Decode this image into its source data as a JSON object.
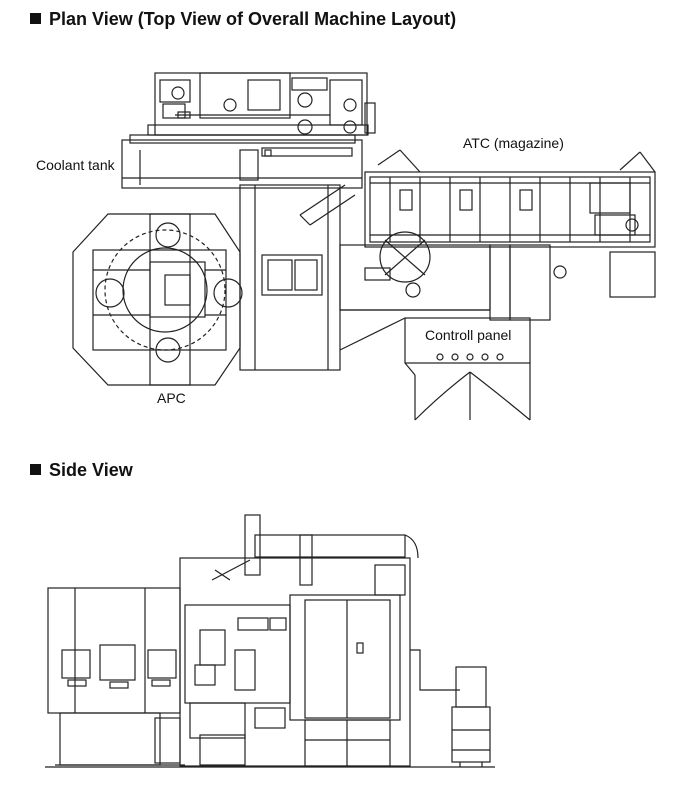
{
  "plan_view": {
    "title": "Plan View (Top View of Overall Machine Layout)",
    "labels": {
      "coolant_tank": "Coolant tank",
      "atc": "ATC (magazine)",
      "control_panel": "Controll panel",
      "apc": "APC"
    }
  },
  "side_view": {
    "title": "Side View"
  }
}
